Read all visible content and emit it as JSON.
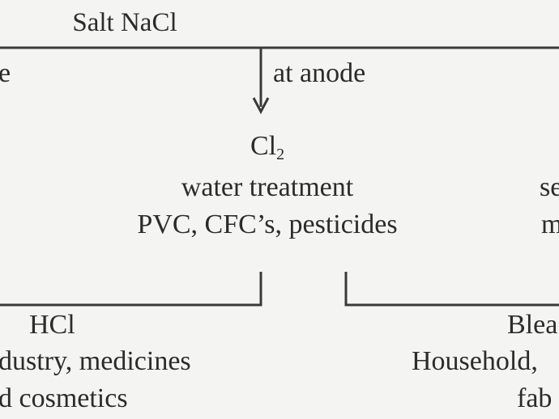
{
  "root": {
    "label": "Salt NaCl"
  },
  "left_branch": {
    "label_fragment": "e"
  },
  "anode_arrow": {
    "label": "at anode"
  },
  "chlorine": {
    "formula_main": "Cl",
    "formula_sub": "2",
    "use_line1": "water treatment",
    "use_line2": "PVC, CFC’s, pesticides"
  },
  "right_fragment": {
    "line1": "se",
    "line2": "m"
  },
  "hcl": {
    "title": "HCl",
    "line1": "dustry, medicines",
    "line2": "d cosmetics"
  },
  "bleach": {
    "title": "Blea",
    "line1": "Household,",
    "line2": "fab"
  }
}
